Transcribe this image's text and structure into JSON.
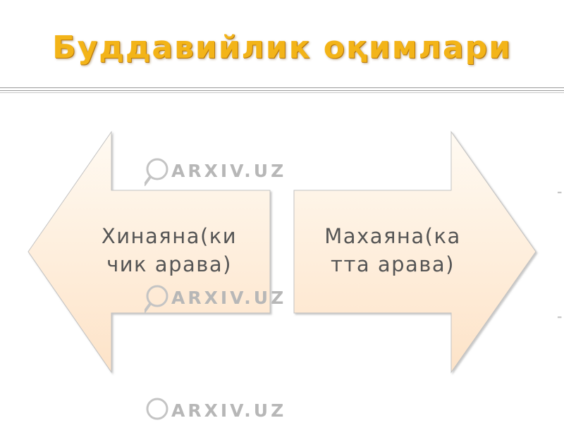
{
  "title": "Буддавийлик оқимлари",
  "diagram": {
    "left_arrow": {
      "line1": "Хинаяна(ки",
      "line2": "чик арава)"
    },
    "right_arrow": {
      "line1": "Махаяна(ка",
      "line2": "тта арава)"
    }
  },
  "watermark": {
    "text": "ARXIV.UZ"
  },
  "colors": {
    "title": "#f3b418",
    "title_shadow": "#b9790a",
    "arrow_fill_top": "#fffaf2",
    "arrow_fill_bottom": "#fde3c8",
    "arrow_stroke": "#b8b8b8",
    "arrow_text": "#555555"
  }
}
